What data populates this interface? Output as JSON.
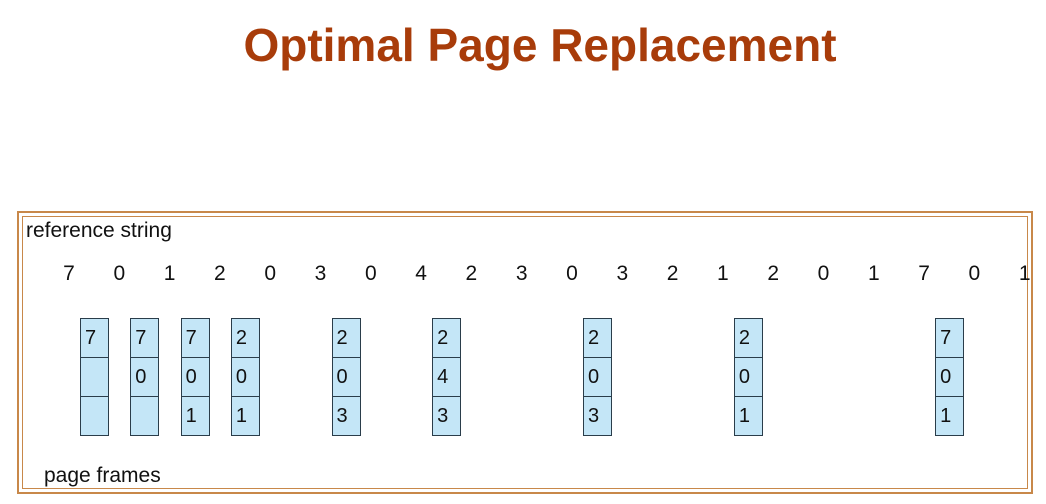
{
  "title": "Optimal Page Replacement",
  "reference_label": "reference string",
  "frames_label": "page frames",
  "reference_string": [
    "7",
    "0",
    "1",
    "2",
    "0",
    "3",
    "0",
    "4",
    "2",
    "3",
    "0",
    "3",
    "2",
    "1",
    "2",
    "0",
    "1",
    "7",
    "0",
    "1"
  ],
  "frame_states": [
    {
      "step": 0,
      "cells": [
        "7",
        "",
        ""
      ]
    },
    {
      "step": 1,
      "cells": [
        "7",
        "0",
        ""
      ]
    },
    {
      "step": 2,
      "cells": [
        "7",
        "0",
        "1"
      ]
    },
    {
      "step": 3,
      "cells": [
        "2",
        "0",
        "1"
      ]
    },
    {
      "step": 5,
      "cells": [
        "2",
        "0",
        "3"
      ]
    },
    {
      "step": 7,
      "cells": [
        "2",
        "4",
        "3"
      ]
    },
    {
      "step": 10,
      "cells": [
        "2",
        "0",
        "3"
      ]
    },
    {
      "step": 13,
      "cells": [
        "2",
        "0",
        "1"
      ]
    },
    {
      "step": 17,
      "cells": [
        "7",
        "0",
        "1"
      ]
    }
  ],
  "colors": {
    "title": "#a83c0a",
    "frame_border": "#c8884a",
    "cell_fill": "#c4e6f7",
    "cell_border": "#2a3d4a"
  }
}
